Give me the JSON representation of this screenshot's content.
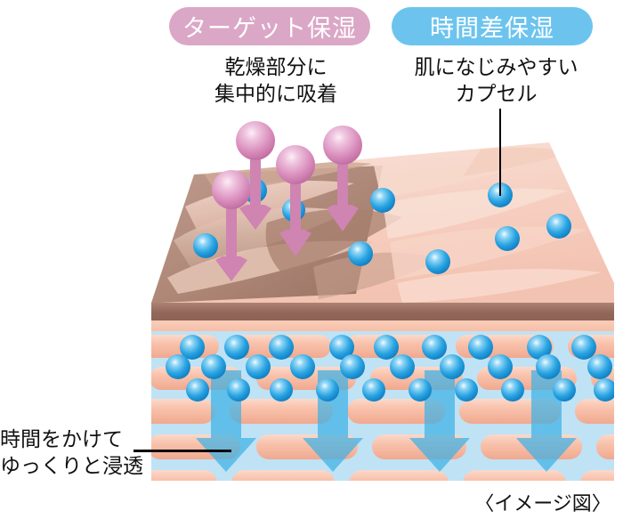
{
  "badges": {
    "target": {
      "label": "ターゲット保湿",
      "color": "#dba7c6"
    },
    "timed": {
      "label": "時間差保湿",
      "color": "#6cc4ee"
    }
  },
  "captions": {
    "left_line1": "乾燥部分に",
    "left_line2": "集中的に吸着",
    "right_line1": "肌になじみやすい",
    "right_line2": "カプセル",
    "bottom_left_line1": "時間をかけて",
    "bottom_left_line2": "ゆっくりと浸透",
    "image_note": "〈イメージ図〉"
  },
  "figure": {
    "title": "skin-cross-section-diagram",
    "colors": {
      "pink_sphere": "#d985b4",
      "pink_sphere_light": "#f0c4dd",
      "pink_arrow": "#cf7faf",
      "blue_capsule": "#1b9ede",
      "blue_capsule_light": "#bfe7fa",
      "skin_surface_light": "#f6d8cd",
      "skin_surface_dry": "#9d7b6c",
      "skin_edge_band": "#9c7264",
      "cell_brick": "#f6b39c",
      "interstitial_fluid": "#bfe2f5",
      "permeation_arrow": "#42b3e5"
    },
    "elements": {
      "pink_arrows_count": 4,
      "surface_capsules_count": 8,
      "deep_capsules_count": 20,
      "permeation_arrows_count": 4,
      "cell_layer_rows": 6
    }
  }
}
